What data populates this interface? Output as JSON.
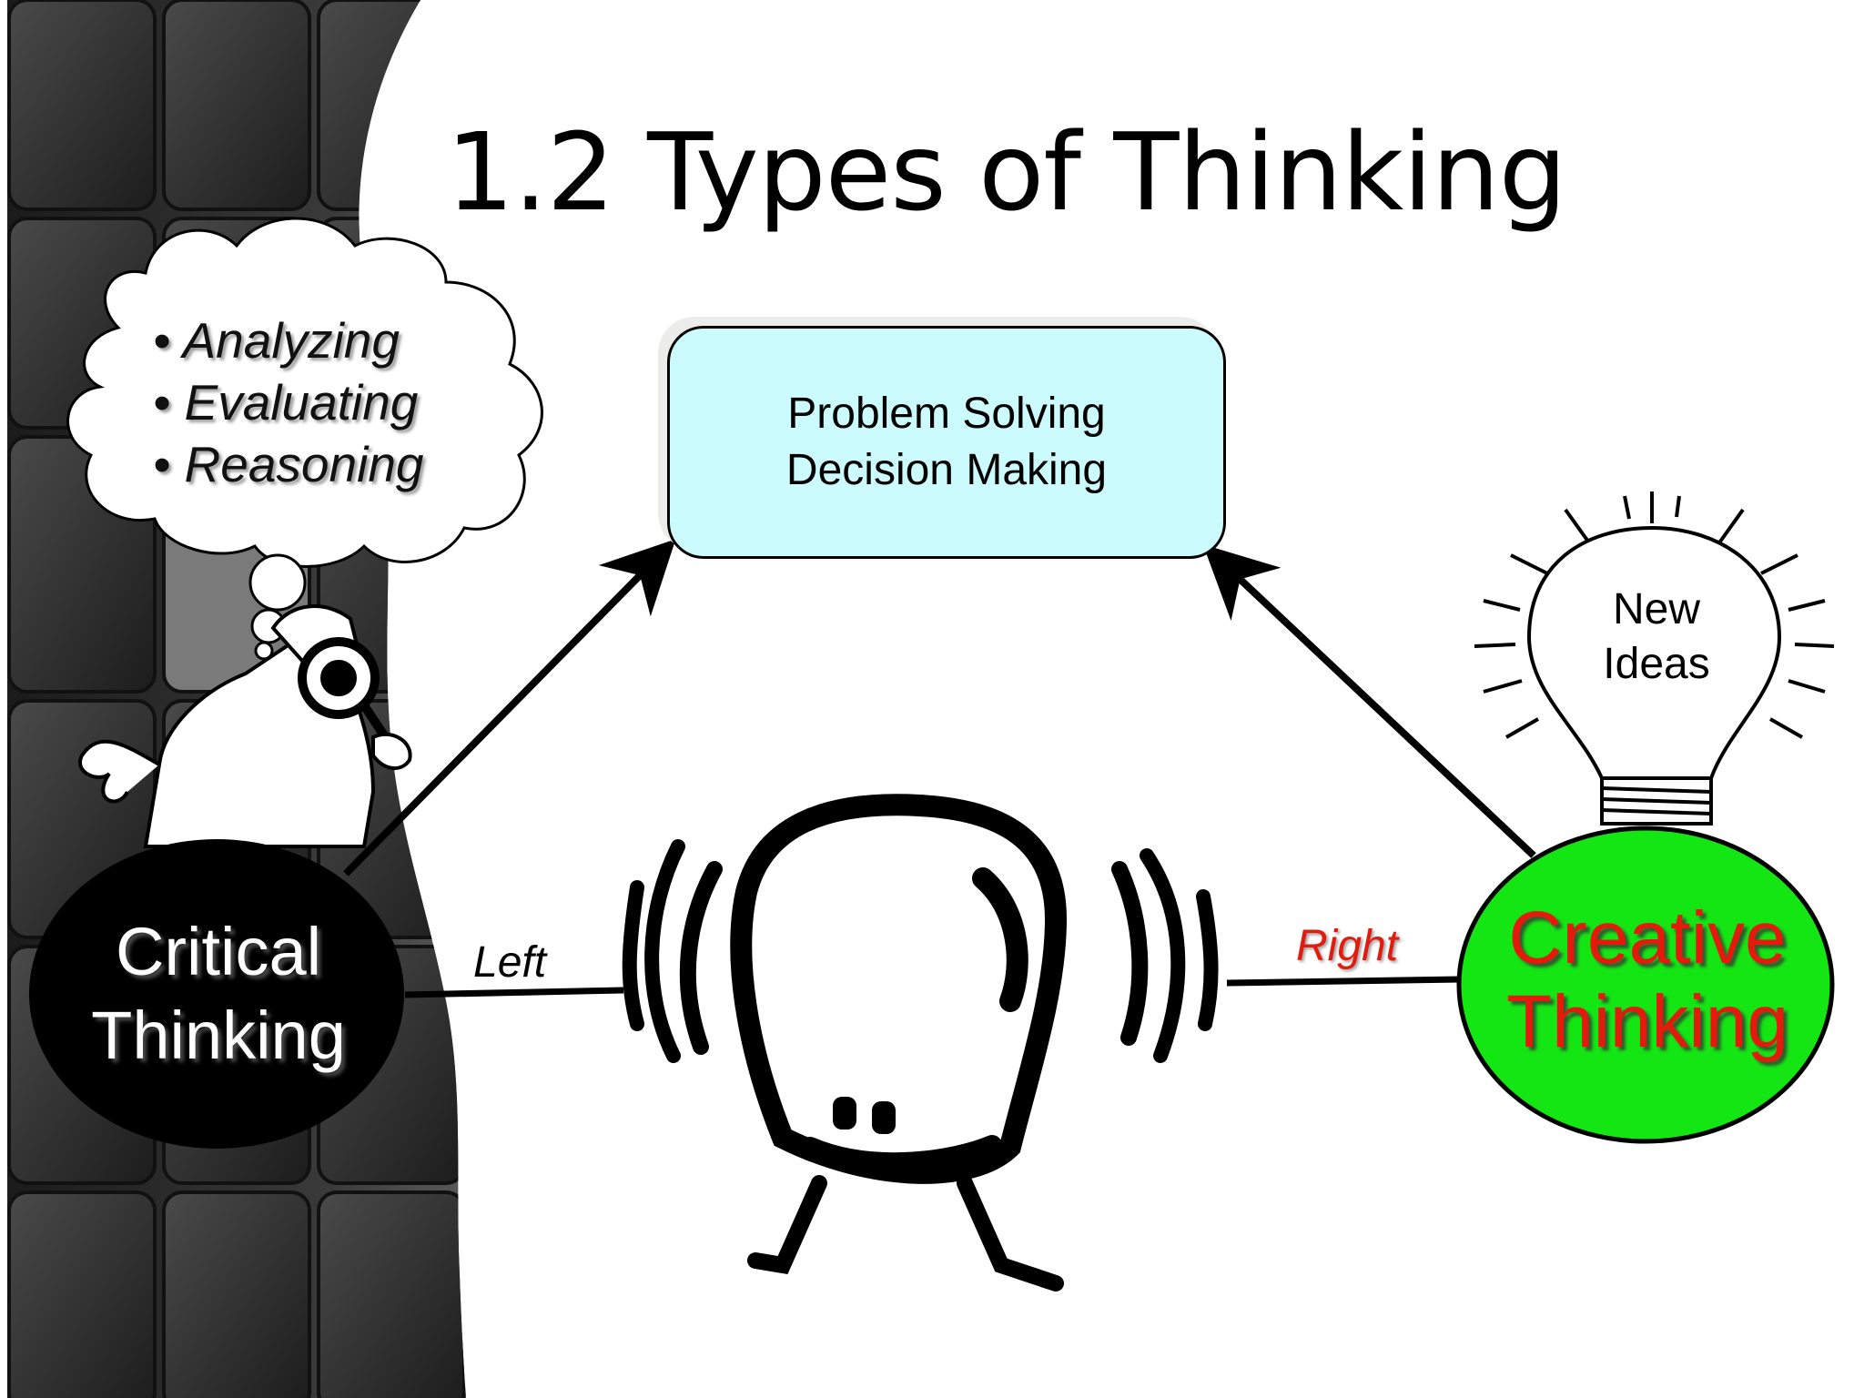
{
  "title": "1.2 Types of Thinking",
  "center_box": {
    "line1": "Problem Solving",
    "line2": "Decision Making"
  },
  "thought_bubble": {
    "items": [
      "• Analyzing",
      "• Evaluating",
      "• Reasoning"
    ]
  },
  "critical": {
    "line1": "Critical",
    "line2": "Thinking"
  },
  "creative": {
    "line1": "Creative",
    "line2": "Thinking"
  },
  "edge_labels": {
    "left": "Left",
    "right": "Right"
  },
  "bulb": {
    "line1": "New",
    "line2": "Ideas"
  },
  "colors": {
    "box_fill": "#ccfbfd",
    "creative_fill": "#14e614",
    "creative_text": "#e31a0c",
    "critical_fill": "#000000",
    "right_label": "#e31a0c"
  }
}
